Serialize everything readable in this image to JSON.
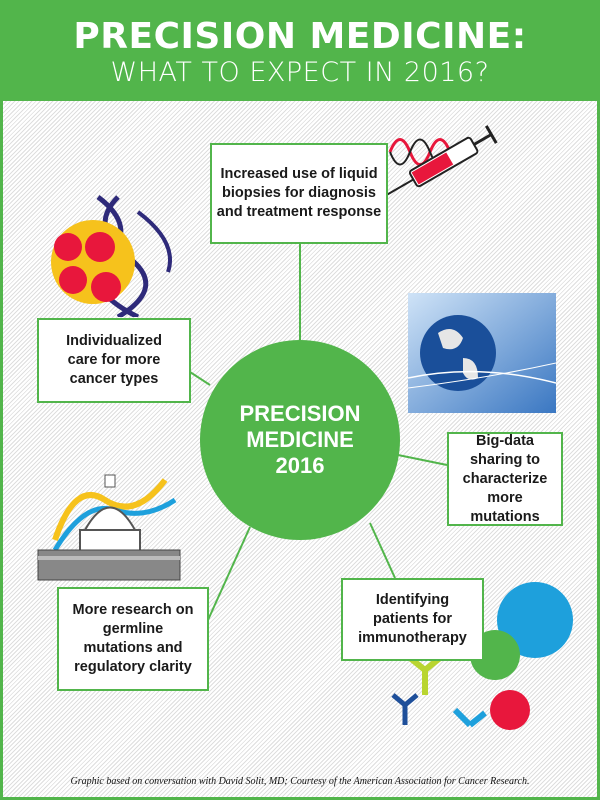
{
  "header": {
    "title": "PRECISION MEDICINE:",
    "subtitle": "WHAT TO EXPECT IN 2016?"
  },
  "center": {
    "label": "PRECISION\nMEDICINE\n2016"
  },
  "items": [
    {
      "label": "Increased use of liquid biopsies for diagnosis and treatment response",
      "icon": "syringe-icon"
    },
    {
      "label": "Individualized care for more cancer types",
      "icon": "dna-cells-icon"
    },
    {
      "label": "Big-data sharing to characterize more mutations",
      "icon": "globe-network-icon"
    },
    {
      "label": "More research on germline mutations and regulatory clarity",
      "icon": "capitol-dna-icon"
    },
    {
      "label": "Identifying patients for immunotherapy",
      "icon": "antibodies-cells-icon"
    }
  ],
  "footer": "Graphic based on conversation with David Solit, MD; Courtesy of the American Association for Cancer Research.",
  "colors": {
    "brand_green": "#52b54b",
    "red": "#e8173c",
    "yellow": "#f6c21c",
    "blue": "#1ea0dc"
  }
}
